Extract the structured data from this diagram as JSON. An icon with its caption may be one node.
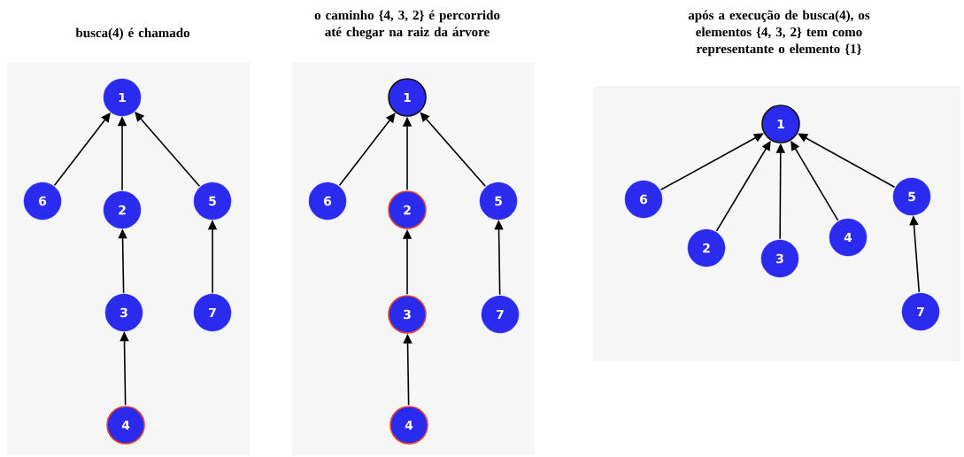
{
  "diagram": {
    "nodes": [
      {
        "text": [
          "busca(4) é chamado"
        ]
      },
      {
        "text": [
          "1"
        ],
        "in": 0
      },
      {
        "text": [
          "6"
        ],
        "in": 0
      },
      {
        "text": [
          "2"
        ],
        "in": 0
      },
      {
        "text": [
          "5"
        ],
        "in": 0
      },
      {
        "text": [
          "3"
        ],
        "in": 0
      },
      {
        "text": [
          "7"
        ],
        "in": 0
      },
      {
        "text": [
          "4"
        ],
        "in": 0
      },
      {
        "text": [
          "o caminho {4, 3, 2} é percorrido até chegar na raiz da árvore"
        ]
      },
      {
        "text": [
          "1"
        ],
        "in": 8
      },
      {
        "text": [
          "6"
        ],
        "in": 8
      },
      {
        "text": [
          "2"
        ],
        "in": 8
      },
      {
        "text": [
          "5"
        ],
        "in": 8
      },
      {
        "text": [
          "3"
        ],
        "in": 8
      },
      {
        "text": [
          "7"
        ],
        "in": 8
      },
      {
        "text": [
          "4"
        ],
        "in": 8
      },
      {
        "text": [
          "após a execução de busca(4), os elementos {4, 3, 2} tem como representante o elemento {1}"
        ]
      },
      {
        "text": [
          "1"
        ],
        "in": 16
      },
      {
        "text": [
          "6"
        ],
        "in": 16
      },
      {
        "text": [
          "5"
        ],
        "in": 16
      },
      {
        "text": [
          "2"
        ],
        "in": 16
      },
      {
        "text": [
          "4"
        ],
        "in": 16
      },
      {
        "text": [
          "3"
        ],
        "in": 16
      },
      {
        "text": [
          "7"
        ],
        "in": 16
      }
    ],
    "edges": [
      {
        "from": 2,
        "to": 1,
        "arrow": "to"
      },
      {
        "from": 3,
        "to": 1,
        "arrow": "to"
      },
      {
        "from": 4,
        "to": 1,
        "arrow": "to"
      },
      {
        "from": 5,
        "to": 3,
        "arrow": "to"
      },
      {
        "from": 6,
        "to": 4,
        "arrow": "to"
      },
      {
        "from": 7,
        "to": 5,
        "arrow": "to"
      },
      {
        "from": 10,
        "to": 9,
        "arrow": "to"
      },
      {
        "from": 11,
        "to": 9,
        "arrow": "to"
      },
      {
        "from": 12,
        "to": 9,
        "arrow": "to"
      },
      {
        "from": 13,
        "to": 11,
        "arrow": "to"
      },
      {
        "from": 14,
        "to": 12,
        "arrow": "to"
      },
      {
        "from": 15,
        "to": 13,
        "arrow": "to"
      },
      {
        "from": 18,
        "to": 17,
        "arrow": "to"
      },
      {
        "from": 20,
        "to": 17,
        "arrow": "to"
      },
      {
        "from": 22,
        "to": 17,
        "arrow": "to"
      },
      {
        "from": 21,
        "to": 17,
        "arrow": "to"
      },
      {
        "from": 19,
        "to": 17,
        "arrow": "to"
      },
      {
        "from": 23,
        "to": 19,
        "arrow": "to"
      }
    ]
  }
}
